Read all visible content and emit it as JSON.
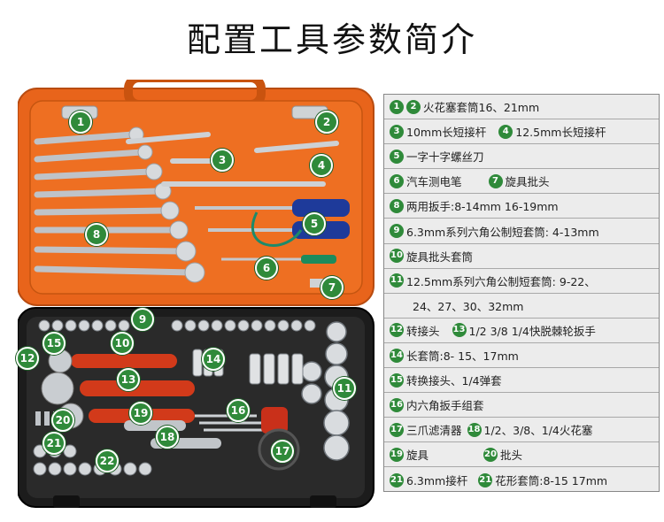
{
  "title": "配置工具参数简介",
  "markers": [
    "1",
    "2",
    "3",
    "4",
    "5",
    "6",
    "7",
    "8",
    "9",
    "15",
    "10",
    "12",
    "14",
    "13",
    "11",
    "16",
    "19",
    "20",
    "17",
    "21",
    "18",
    "22"
  ],
  "specs": [
    {
      "nums": [
        "1",
        "2"
      ],
      "text": "火花塞套筒16、21mm"
    },
    {
      "nums": [
        "3"
      ],
      "text": "10mm长短接杆",
      "nums2": [
        "4"
      ],
      "text2": "12.5mm长短接杆"
    },
    {
      "nums": [
        "5"
      ],
      "text": "一字十字螺丝刀"
    },
    {
      "nums": [
        "6"
      ],
      "text": "汽车测电笔",
      "nums2": [
        "7"
      ],
      "text2": "旋具批头"
    },
    {
      "nums": [
        "8"
      ],
      "text": "两用扳手:8-14mm 16-19mm"
    },
    {
      "nums": [
        "9"
      ],
      "text": "6.3mm系列六角公制短套筒: 4-13mm"
    },
    {
      "nums": [
        "10"
      ],
      "text": "旋具批头套筒"
    },
    {
      "nums": [
        "11"
      ],
      "text": "12.5mm系列六角公制短套筒: 9-22、"
    },
    {
      "nums": [],
      "text": "24、27、30、32mm"
    },
    {
      "nums": [
        "12"
      ],
      "text": "转接头",
      "nums2": [
        "13"
      ],
      "text2": "1/2 3/8 1/4快脱棘轮扳手"
    },
    {
      "nums": [
        "14"
      ],
      "text": "长套筒:8- 15、17mm"
    },
    {
      "nums": [
        "15"
      ],
      "text": "转换接头、1/4弹套"
    },
    {
      "nums": [
        "16"
      ],
      "text": "内六角扳手组套"
    },
    {
      "nums": [
        "17"
      ],
      "text": "三爪滤清器",
      "nums2": [
        "18"
      ],
      "text2": "1/2、3/8、1/4火花塞"
    },
    {
      "nums": [
        "19"
      ],
      "text": "旋具",
      "nums2": [
        "20"
      ],
      "text2": "批头"
    },
    {
      "nums": [
        "21"
      ],
      "text": "6.3mm接杆",
      "nums2": [
        "21"
      ],
      "text2": "花形套筒:8-15 17mm"
    }
  ]
}
